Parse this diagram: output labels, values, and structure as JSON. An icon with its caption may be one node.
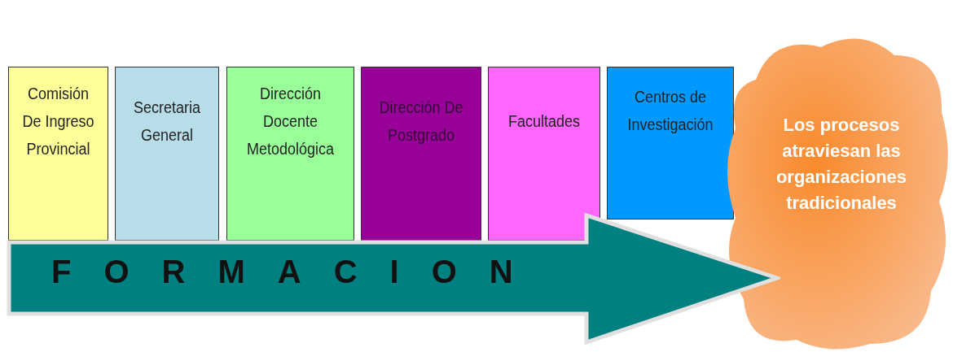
{
  "diagram": {
    "nodes": [
      {
        "text": [
          "Comisión De Ingreso Provincial"
        ]
      },
      {
        "text": [
          "Secretaria General"
        ]
      },
      {
        "text": [
          "Dirección Docente Metodológica"
        ]
      },
      {
        "text": [
          "Dirección De Postgrado"
        ]
      },
      {
        "text": [
          "Facultades"
        ]
      },
      {
        "text": [
          "Centros de Investigación"
        ]
      },
      {
        "text": [
          "Los procesos atraviesan las organizaciones tradicionales"
        ]
      },
      {
        "text": [
          "FORMACION"
        ]
      }
    ]
  }
}
